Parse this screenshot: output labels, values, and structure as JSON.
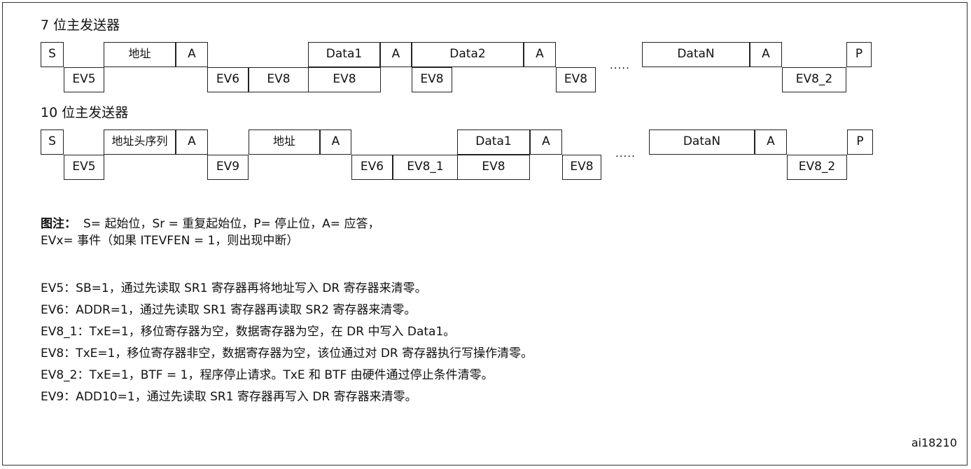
{
  "diagram_7bit": {
    "title": "7 位主发送器",
    "top": [
      "S",
      "地址",
      "A",
      "Data1",
      "A",
      "Data2",
      "A",
      "DataN",
      "A",
      "P"
    ],
    "bottom": [
      "EV5",
      "EV6",
      "EV8",
      "EV8",
      "EV8",
      "EV8",
      "EV8_2"
    ],
    "dots": "....."
  },
  "diagram_10bit": {
    "title": "10 位主发送器",
    "top": [
      "S",
      "地址头序列",
      "A",
      "地址",
      "A",
      "Data1",
      "A",
      "DataN",
      "A",
      "P"
    ],
    "bottom": [
      "EV5",
      "EV9",
      "EV6",
      "EV8_1",
      "EV8",
      "EV8",
      "EV8_2"
    ],
    "dots": "....."
  },
  "legend": {
    "label": "图注：",
    "line1": "S= 起始位，Sr = 重复起始位，P= 停止位，A= 应答，",
    "line2": "EVx= 事件（如果 ITEVFEN = 1，则出现中断）"
  },
  "events": [
    "EV5：SB=1，通过先读取 SR1 寄存器再将地址写入 DR 寄存器来清零。",
    "EV6：ADDR=1，通过先读取 SR1 寄存器再读取 SR2 寄存器来清零。",
    "EV8_1：TxE=1，移位寄存器为空，数据寄存器为空，在 DR 中写入 Data1。",
    "EV8：TxE=1，移位寄存器非空，数据寄存器为空，该位通过对 DR 寄存器执行写操作清零。",
    "EV8_2：TxE=1，BTF = 1，程序停止请求。TxE 和 BTF 由硬件通过停止条件清零。",
    "EV9：ADD10=1，通过先读取 SR1 寄存器再写入 DR 寄存器来清零。"
  ],
  "figure_id": "ai18210"
}
